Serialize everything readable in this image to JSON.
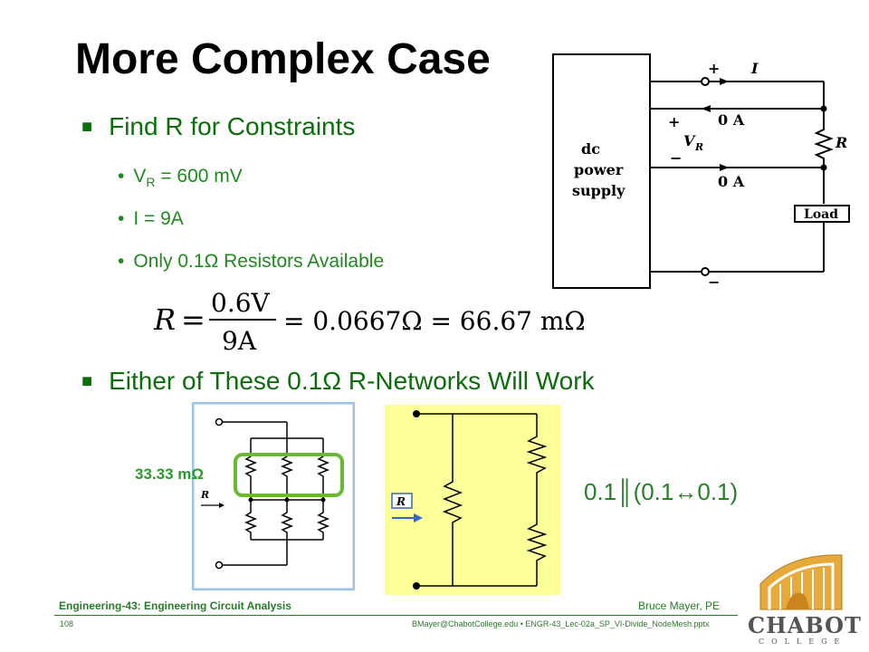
{
  "slide": {
    "title": "More Complex Case",
    "bullet1": "Find R for Constraints",
    "sub1_prefix": "V",
    "sub1_sub": "R",
    "sub1_rest": " = 600 mV",
    "sub2": "I = 9A",
    "sub3": "Only 0.1Ω Resistors Available",
    "bullet2": "Either of These 0.1Ω R-Networks Will Work",
    "label_33": "33.33 mΩ",
    "parallel_expr": "0.1║(0.1↔0.1)"
  },
  "equation": {
    "lhs": "R",
    "num": "0.6V",
    "den": "9A",
    "mid": "= 0.0667Ω = 66.67 mΩ"
  },
  "circuit_top": {
    "box_line1": "dc",
    "box_line2": "power",
    "box_line3": "supply",
    "plus_top": "+",
    "current": "I",
    "plus_mid": "+",
    "amp1": "0 A",
    "vr": "V",
    "vr_sub": "R",
    "minus_mid": "−",
    "amp2": "0 A",
    "r_label": "R",
    "load": "Load",
    "minus_bot": "−"
  },
  "net_left": {
    "r_label": "R"
  },
  "net_right": {
    "r_label": "R"
  },
  "footer": {
    "course": "Engineering-43: Engineering Circuit Analysis",
    "author": "Bruce Mayer, PE",
    "page": "108",
    "file": "BMayer@ChabotCollege.edu  •  ENGR-43_Lec-02a_SP_VI-Divide_NodeMesh.pptx"
  },
  "logo": {
    "name": "CHABOT",
    "sub": "COLLEGE"
  },
  "colors": {
    "bullet_green": "#0b6e0b",
    "network_bg": "#ffff99",
    "highlight": "#66bb33"
  }
}
